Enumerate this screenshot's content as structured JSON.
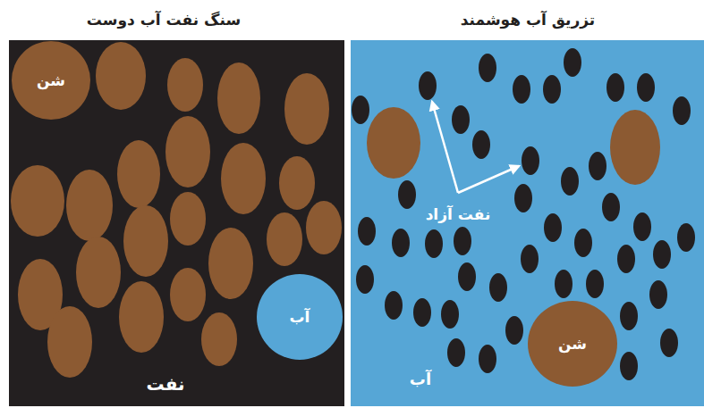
{
  "diagram": {
    "nodes": [
      {
        "text": [
          "تزریق آب هوشمند",
          "آب"
        ]
      },
      {
        "text": [
          "شن"
        ],
        "in": 0
      },
      {
        "text": [
          "سنگ نفت آب دوست",
          "نفت"
        ]
      },
      {
        "text": [
          "شن"
        ],
        "in": 2
      },
      {
        "text": [
          "آب"
        ],
        "in": 2
      }
    ],
    "labels": [
      "نفت آزاد"
    ]
  }
}
